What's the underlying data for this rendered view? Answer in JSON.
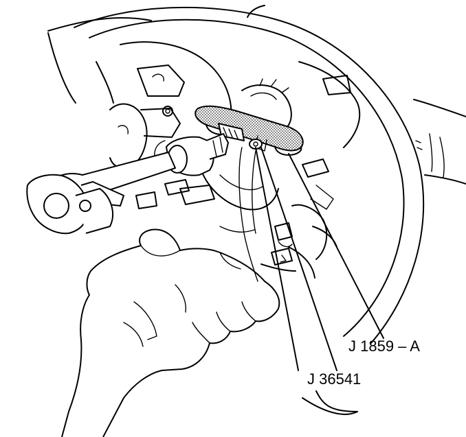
{
  "callouts": {
    "tool_a": "J 1859 – A",
    "tool_b": "J 36541"
  },
  "colors": {
    "ink": "#000000",
    "paper": "#ffffff",
    "stipple": "#9a9a9a"
  },
  "icons": [
    "steering-wheel-illustration",
    "hand-illustration",
    "puller-tool-illustration"
  ]
}
